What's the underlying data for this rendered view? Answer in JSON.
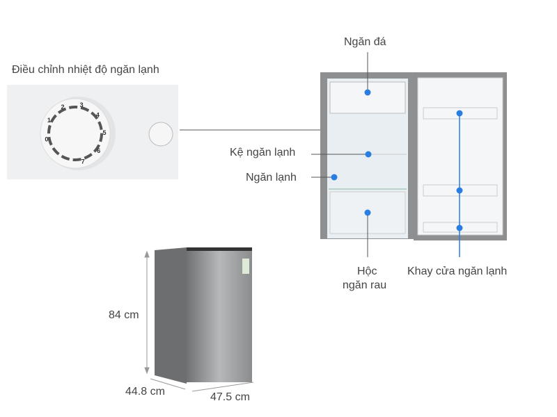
{
  "labels": {
    "dial_title": "Điều chỉnh nhiệt độ ngăn lạnh",
    "freezer": "Ngăn đá",
    "shelf": "Kệ ngăn lạnh",
    "fridge": "Ngăn lạnh",
    "crisper_line1": "Hộc",
    "crisper_line2": "ngăn rau",
    "door_tray": "Khay cửa ngăn lạnh"
  },
  "dimensions": {
    "height": "84 cm",
    "depth": "44.8 cm",
    "width": "47.5 cm"
  },
  "dial_marks": [
    "0",
    "1",
    "2",
    "3",
    "4",
    "5",
    "6",
    "7"
  ],
  "colors": {
    "marker": "#2a7de1",
    "body": "#8e8f91"
  }
}
